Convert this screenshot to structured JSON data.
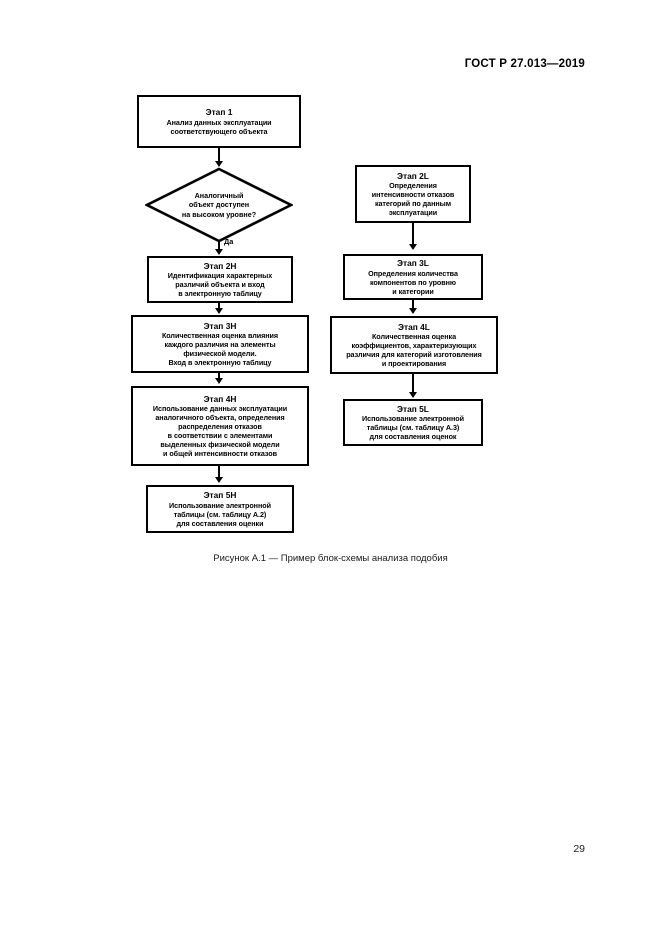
{
  "header": {
    "standard_id": "ГОСТ Р 27.013—2019"
  },
  "page": {
    "number": "29"
  },
  "figure": {
    "caption": "Рисунок А.1 — Пример блок-схемы анализа подобия"
  },
  "flowchart": {
    "edge_labels": {
      "yes": "Да"
    },
    "nodes": {
      "stage1": {
        "title": "Этап 1",
        "lines": [
          "Анализ данных эксплуатации",
          "соответствующего объекта"
        ]
      },
      "decision": {
        "lines": [
          "Аналогичный",
          "объект доступен",
          "на высоком уровне?"
        ]
      },
      "stage2h": {
        "title": "Этап 2Н",
        "lines": [
          "Идентификация характерных",
          "различий объекта и вход",
          "в электронную таблицу"
        ]
      },
      "stage3h": {
        "title": "Этап 3Н",
        "lines": [
          "Количественная оценка влияния",
          "каждого различия на элементы",
          "физической модели.",
          "Вход в электронную таблицу"
        ]
      },
      "stage4h": {
        "title": "Этап 4Н",
        "lines": [
          "Использование данных эксплуатации",
          "аналогичного объекта, определения",
          "распределения отказов",
          "в соответствии с элементами",
          "выделенных физической модели",
          "и общей интенсивности отказов"
        ]
      },
      "stage5h": {
        "title": "Этап 5Н",
        "lines": [
          "Использование электронной",
          "таблицы (см. таблицу А.2)",
          "для составления оценки"
        ]
      },
      "stage2l": {
        "title": "Этап 2L",
        "lines": [
          "Определения",
          "интенсивности отказов",
          "категорий по данным",
          "эксплуатации"
        ]
      },
      "stage3l": {
        "title": "Этап 3L",
        "lines": [
          "Определения количества",
          "компонентов по уровню",
          "и категории"
        ]
      },
      "stage4l": {
        "title": "Этап 4L",
        "lines": [
          "Количественная оценка",
          "коэффициентов, характеризующих",
          "различия для категорий изготовления",
          "и проектирования"
        ]
      },
      "stage5l": {
        "title": "Этап 5L",
        "lines": [
          "Использование электронной",
          "таблицы (см. таблицу А.3)",
          "для составления оценок"
        ]
      }
    }
  }
}
